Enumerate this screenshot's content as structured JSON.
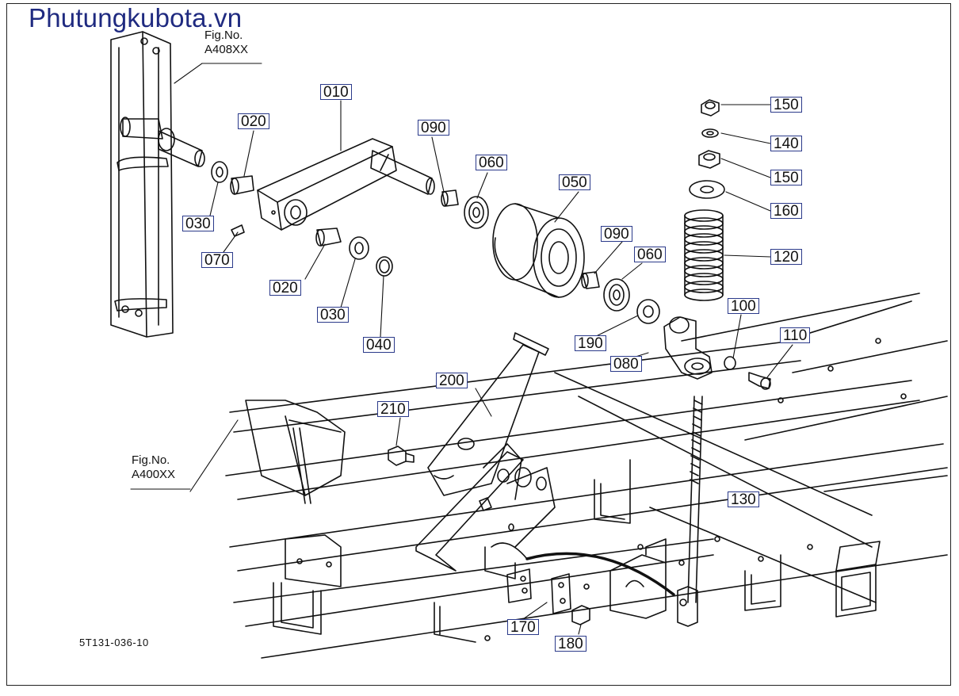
{
  "watermark": "Phutungkubota.vn",
  "fig_refs": [
    {
      "line1": "Fig.No.",
      "line2": "A408XX"
    },
    {
      "line1": "Fig.No.",
      "line2": "A400XX"
    }
  ],
  "drawing_code": "5T131-036-10",
  "callouts": [
    {
      "id": "c010",
      "label": "010"
    },
    {
      "id": "c020a",
      "label": "020"
    },
    {
      "id": "c030a",
      "label": "030"
    },
    {
      "id": "c070",
      "label": "070"
    },
    {
      "id": "c020b",
      "label": "020"
    },
    {
      "id": "c030b",
      "label": "030"
    },
    {
      "id": "c040",
      "label": "040"
    },
    {
      "id": "c090a",
      "label": "090"
    },
    {
      "id": "c060a",
      "label": "060"
    },
    {
      "id": "c050",
      "label": "050"
    },
    {
      "id": "c090b",
      "label": "090"
    },
    {
      "id": "c060b",
      "label": "060"
    },
    {
      "id": "c190",
      "label": "190"
    },
    {
      "id": "c080",
      "label": "080"
    },
    {
      "id": "c100",
      "label": "100"
    },
    {
      "id": "c110",
      "label": "110"
    },
    {
      "id": "c150a",
      "label": "150"
    },
    {
      "id": "c140",
      "label": "140"
    },
    {
      "id": "c150b",
      "label": "150"
    },
    {
      "id": "c160",
      "label": "160"
    },
    {
      "id": "c120",
      "label": "120"
    },
    {
      "id": "c200",
      "label": "200"
    },
    {
      "id": "c210",
      "label": "210"
    },
    {
      "id": "c130",
      "label": "130"
    },
    {
      "id": "c170",
      "label": "170"
    },
    {
      "id": "c180",
      "label": "180"
    }
  ]
}
